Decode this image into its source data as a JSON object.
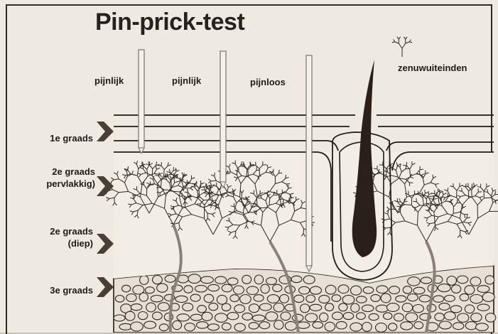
{
  "title": "Pin-prick-test",
  "needle_labels": [
    "pijnlijk",
    "pijnlijk",
    "pijnloos"
  ],
  "nerve_label": "zenuwuiteinden",
  "depth_labels": [
    {
      "line1": "1e graads",
      "line2": ""
    },
    {
      "line1": "2e graads",
      "line2": "pervlakkig)"
    },
    {
      "line1": "2e graads",
      "line2": "(diep)"
    },
    {
      "line1": "3e graads",
      "line2": ""
    }
  ],
  "colors": {
    "ink": "#1e1b18",
    "paper": "#efeae1",
    "arrow": "#4a3f36",
    "needle": "#f4f1ea",
    "hair": "#2a1f19",
    "fat_cell": "#e3ddd2"
  }
}
